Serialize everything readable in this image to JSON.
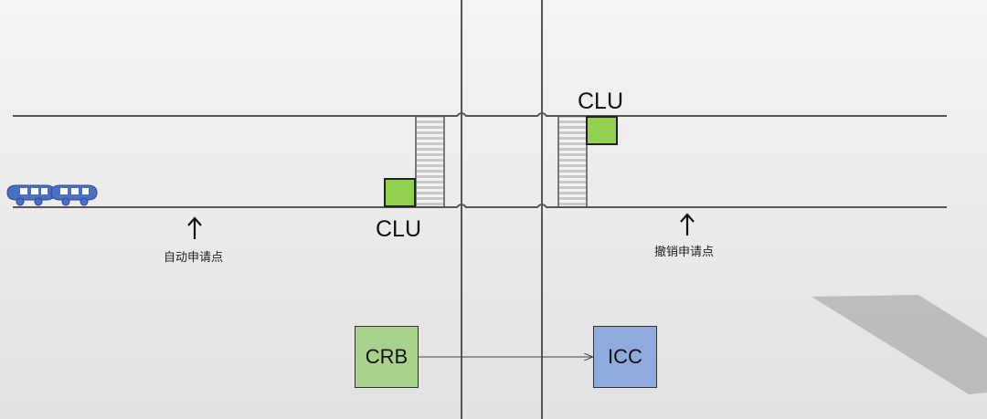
{
  "labels": {
    "clu_left": "CLU",
    "clu_right": "CLU",
    "auto_request_point": "自动申请点",
    "cancel_request_point": "撤销申请点"
  },
  "boxes": {
    "crb": "CRB",
    "icc": "ICC"
  },
  "colors": {
    "clu": "#92d050",
    "crb": "#a9d18e",
    "icc": "#8faadc",
    "train": "#4a6fc4"
  }
}
